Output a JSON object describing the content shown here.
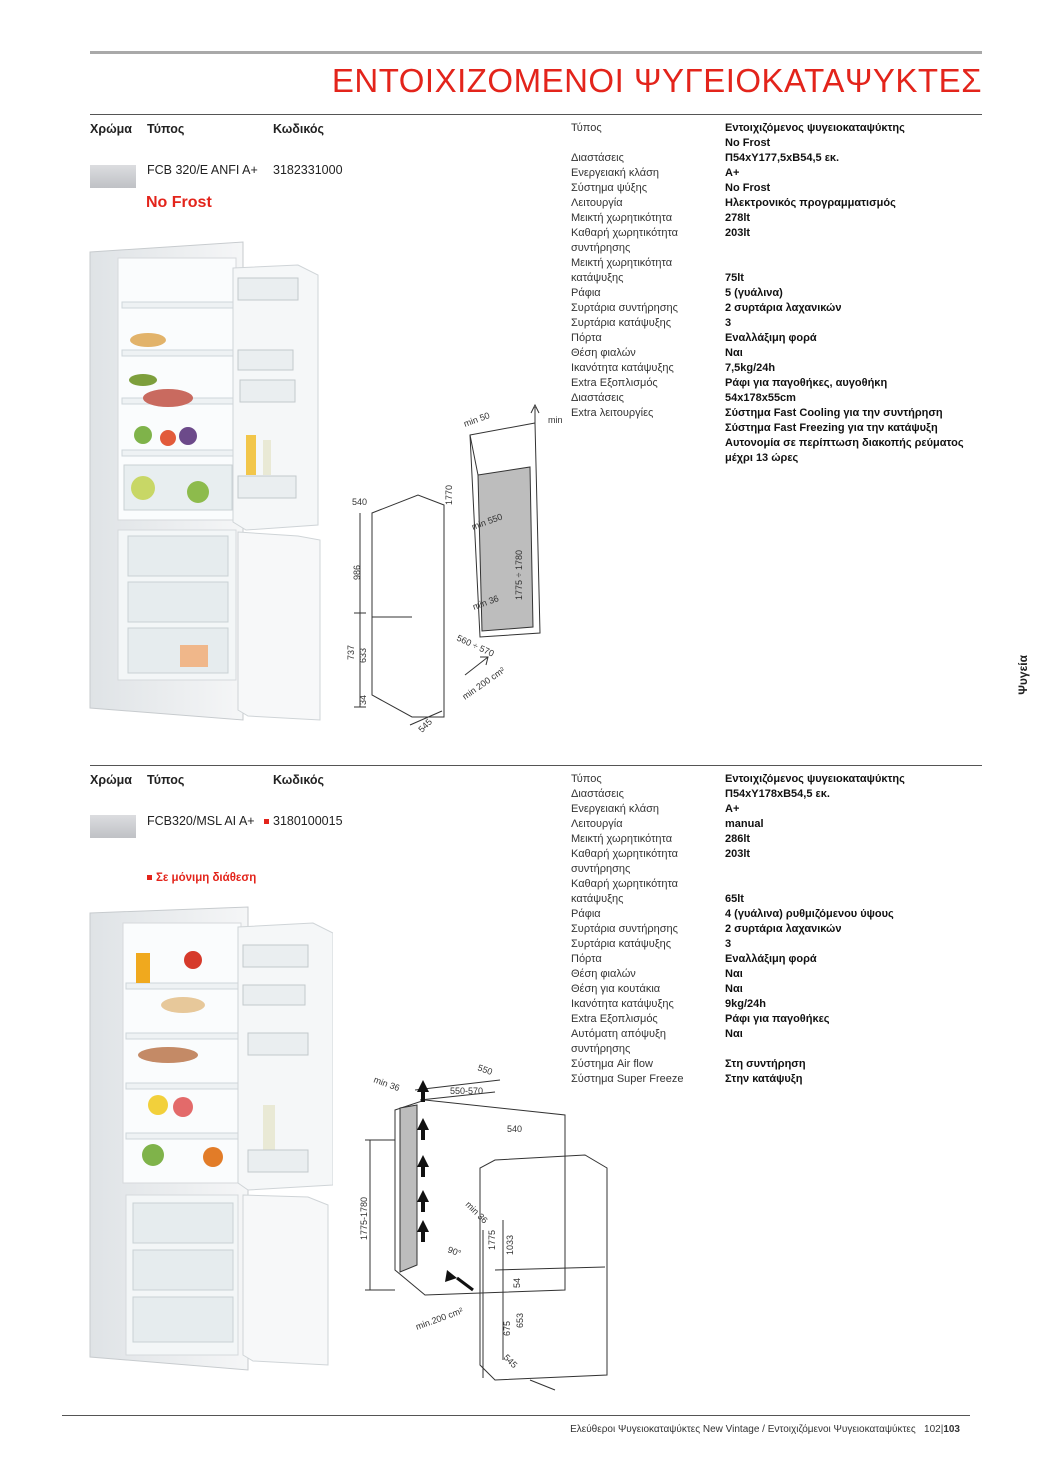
{
  "title": "ΕΝΤΟΙΧΙΖΟΜΕΝΟΙ ΨΥΓΕΙΟΚΑΤΑΨΥΚΤΕΣ",
  "side_label": "Ψυγεία",
  "columns": {
    "color": "Χρώμα",
    "type": "Τύπος",
    "code": "Κωδικός"
  },
  "product1": {
    "model": "FCB 320/E ANFI A+",
    "code": "3182331000",
    "badge": "No Frost",
    "specs": [
      {
        "k": "Τύπος",
        "v": "Εντοιχιζόμενος ψυγειοκαταψύκτης"
      },
      {
        "k": "",
        "v": "No Frost"
      },
      {
        "k": "Διαστάσεις",
        "v": "Π54xΥ177,5xΒ54,5 εκ."
      },
      {
        "k": "Ενεργειακή κλάση",
        "v": "A+"
      },
      {
        "k": "Σύστημα ψύξης",
        "v": "No Frost"
      },
      {
        "k": "Λειτουργία",
        "v": "Ηλεκτρονικός προγραμματισμός"
      },
      {
        "k": "Μεικτή χωρητικότητα",
        "v": "278lt"
      },
      {
        "k": "Καθαρή χωρητικότητα",
        "v": "203lt"
      },
      {
        "k": "συντήρησης",
        "v": ""
      },
      {
        "k": "Μεικτή χωρητικότητα",
        "v": ""
      },
      {
        "k": "κατάψυξης",
        "v": "75lt"
      },
      {
        "k": "Ράφια",
        "v": "5 (γυάλινα)"
      },
      {
        "k": "Συρτάρια συντήρησης",
        "v": "2 συρτάρια λαχανικών"
      },
      {
        "k": "Συρτάρια κατάψυξης",
        "v": "3"
      },
      {
        "k": "Πόρτα",
        "v": "Εναλλάξιμη φορά"
      },
      {
        "k": "Θέση φιαλών",
        "v": "Ναι"
      },
      {
        "k": "Ικανότητα κατάψυξης",
        "v": "7,5kg/24h"
      },
      {
        "k": "Extra Εξοπλισμός",
        "v": "Ράφι για παγοθήκες, αυγοθήκη"
      },
      {
        "k": "Διαστάσεις",
        "v": "54x178x55cm"
      },
      {
        "k": "Extra λειτουργίες",
        "v": "Σύστημα Fast Cooling για την συντήρηση"
      },
      {
        "k": "",
        "v": "Σύστημα Fast Freezing για την κατάψυξη"
      },
      {
        "k": "",
        "v": "Αυτονομία σε περίπτωση διακοπής ρεύματος"
      },
      {
        "k": "",
        "v": "μέχρι 13 ώρες"
      }
    ],
    "diagram": {
      "d540": "540",
      "d1770": "1770",
      "d986": "986",
      "d737": "737",
      "d633": "633",
      "d34": "34",
      "d545": "545",
      "min50": "min 50",
      "min": "min",
      "min550": "min 550",
      "h1775": "1775 ÷ 1780",
      "min36": "min 36",
      "w560": "560 ÷ 570",
      "min200": "min 200 cm²"
    }
  },
  "product2": {
    "model": "FCB320/MSL AI A+",
    "code": "3180100015",
    "availability": "Σε μόνιμη διάθεση",
    "specs": [
      {
        "k": "Τύπος",
        "v": "Εντοιχιζόμενος ψυγειοκαταψύκτης"
      },
      {
        "k": "Διαστάσεις",
        "v": "Π54xΥ178xΒ54,5 εκ."
      },
      {
        "k": "Ενεργειακή κλάση",
        "v": "A+"
      },
      {
        "k": "Λειτουργία",
        "v": "manual"
      },
      {
        "k": "Μεικτή χωρητικότητα",
        "v": "286lt"
      },
      {
        "k": "Καθαρή χωρητικότητα",
        "v": "203lt"
      },
      {
        "k": "συντήρησης",
        "v": ""
      },
      {
        "k": "Καθαρή χωρητικότητα",
        "v": ""
      },
      {
        "k": "κατάψυξης",
        "v": "65lt"
      },
      {
        "k": "Ράφια",
        "v": "4 (γυάλινα) ρυθμιζόμενου ύψους"
      },
      {
        "k": "Συρτάρια συντήρησης",
        "v": "2 συρτάρια λαχανικών"
      },
      {
        "k": "Συρτάρια κατάψυξης",
        "v": "3"
      },
      {
        "k": "Πόρτα",
        "v": "Εναλλάξιμη φορά"
      },
      {
        "k": "Θέση φιαλών",
        "v": "Ναι"
      },
      {
        "k": "Θέση για κουτάκια",
        "v": "Ναι"
      },
      {
        "k": "Ικανότητα κατάψυξης",
        "v": "9kg/24h"
      },
      {
        "k": "Extra Εξοπλισμός",
        "v": "Ράφι για παγοθήκες"
      },
      {
        "k": "Αυτόματη απόψυξη",
        "v": "Ναι"
      },
      {
        "k": "συντήρησης",
        "v": ""
      },
      {
        "k": "Σύστημα Air flow",
        "v": "Στη συντήρηση"
      },
      {
        "k": "Σύστημα Super  Freeze",
        "v": "Στην κατάψυξη"
      }
    ],
    "diagram": {
      "d550": "550",
      "min36a": "min 36",
      "d550570": "550-570",
      "d540": "540",
      "h17751780": "1775-1780",
      "min36b": "min 36",
      "d1775": "1775",
      "d1033": "1033",
      "deg90": "90°",
      "d54": "54",
      "d653": "653",
      "d675": "675",
      "min200": "min.200 cm²",
      "d545": "545"
    }
  },
  "footer": {
    "text": "Ελεύθεροι Ψυγειοκαταψύκτες New Vintage / Εντοιχιζόμενοι Ψυγειοκαταψύκτες",
    "page_left": "102|",
    "page_right": "103"
  }
}
